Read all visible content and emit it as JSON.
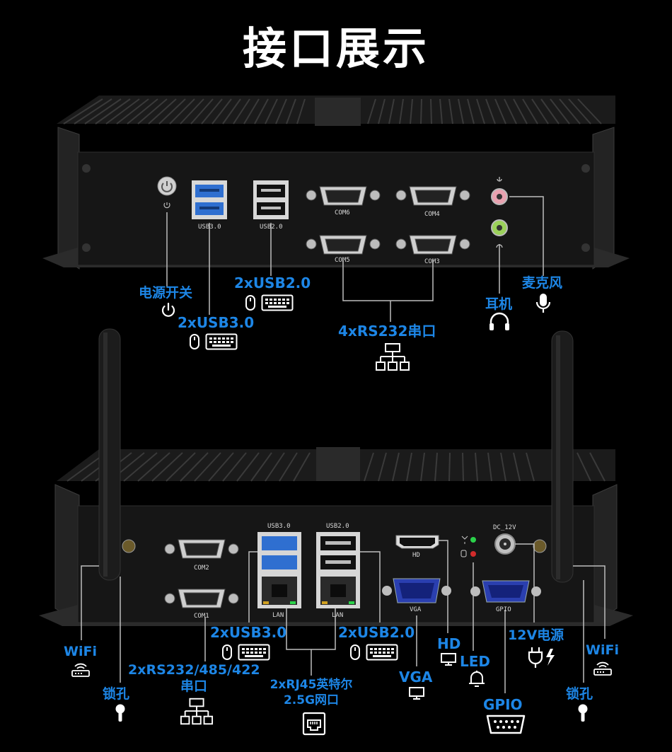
{
  "title": "接口展示",
  "top_panel": {
    "port_labels": {
      "usb30": "USB3.0",
      "usb20": "USB2.0",
      "com6": "COM6",
      "com4": "COM4",
      "com5": "COM5",
      "com3": "COM3"
    },
    "callouts": {
      "power": "电源开关",
      "usb20": "2xUSB2.0",
      "usb30": "2xUSB3.0",
      "rs232": "4xRS232串口",
      "headphone": "耳机",
      "mic": "麦克风"
    }
  },
  "bottom_panel": {
    "port_labels": {
      "com2": "COM2",
      "com1": "COM1",
      "usb30": "USB3.0",
      "usb20": "USB2.0",
      "lan1": "LAN",
      "lan2": "LAN",
      "hd": "HD",
      "vga": "VGA",
      "gpio": "GPIO",
      "dc": "DC_12V"
    },
    "callouts": {
      "wifi_left": "WiFi",
      "lock_left": "锁孔",
      "rs232_line1": "2xRS232/485/422",
      "rs232_line2": "串口",
      "usb30": "2xUSB3.0",
      "rj45_line1": "2xRJ45英特尔",
      "rj45_line2": "2.5G网口",
      "usb20": "2xUSB2.0",
      "vga": "VGA",
      "hd": "HD",
      "led": "LED",
      "power12v": "12V电源",
      "gpio": "GPIO",
      "wifi_right": "WiFi",
      "lock_right": "锁孔"
    }
  },
  "colors": {
    "accent": "#1d86e6",
    "background": "#000000",
    "device": "#1a1a1a",
    "usb3": "#2f6fd0",
    "vga": "#2a3fb0",
    "led_green": "#2bd14a",
    "led_red": "#d12b2b"
  },
  "icons": [
    "power-icon",
    "mouse-icon",
    "keyboard-icon",
    "network-icon",
    "headphone-icon",
    "microphone-icon",
    "wifi-router-icon",
    "lock-icon",
    "ethernet-icon",
    "monitor-icon",
    "bell-icon",
    "plug-icon",
    "db9-icon"
  ]
}
